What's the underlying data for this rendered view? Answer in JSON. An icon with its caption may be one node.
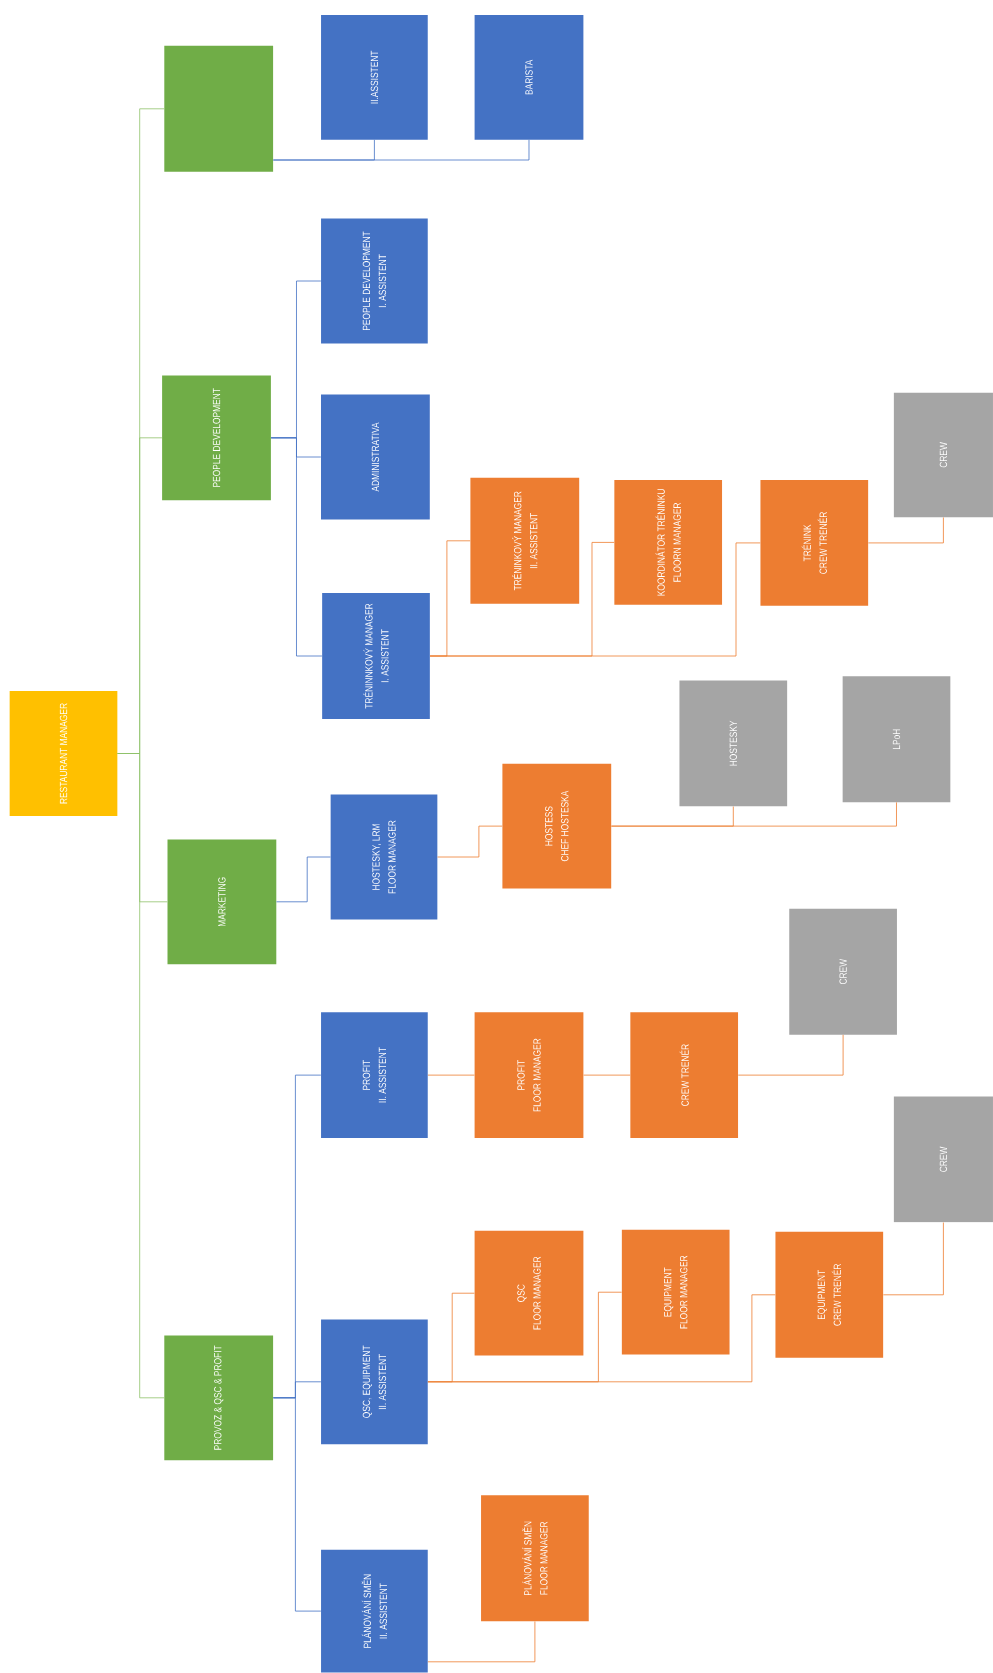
{
  "diagram": {
    "nodes": [
      {
        "text": [
          "RESTAURANT MANAGER"
        ]
      },
      {
        "text": [],
        "shape": "box"
      },
      {
        "text": [
          "II.ASSISTENT"
        ]
      },
      {
        "text": [
          "BARISTA"
        ]
      },
      {
        "text": [
          "PEOPLE DEVELOPMENT"
        ]
      },
      {
        "text": [
          "PEOPLE DEVELOPMENT",
          "I. ASSISTENT"
        ]
      },
      {
        "text": [
          "ADMINISTRATIVA"
        ]
      },
      {
        "text": [
          "TRÉNINNKOVÝ MANAGER",
          "I. ASSISTENT"
        ]
      },
      {
        "text": [
          "TRÉNINKOVÝ MANAGER",
          "II. ASSISTENT"
        ]
      },
      {
        "text": [
          "KOORDINÁTOR TRÉNINKU",
          "FLOORN MANAGER"
        ]
      },
      {
        "text": [
          "TRÉNINK",
          "CREW TRENÉR"
        ]
      },
      {
        "text": [
          "CREW"
        ]
      },
      {
        "text": [
          "MARKETING"
        ]
      },
      {
        "text": [
          "HOSTESKY, LRM",
          "FLOOR MANAGER"
        ]
      },
      {
        "text": [
          "HOSTESS",
          "CHEF HOSTESKA"
        ]
      },
      {
        "text": [
          "HOSTESKY"
        ]
      },
      {
        "text": [
          "LPoH"
        ]
      },
      {
        "text": [
          "PROVOZ & QSC & PROFIT"
        ]
      },
      {
        "text": [
          "PROFIT",
          "II. ASSISTENT"
        ]
      },
      {
        "text": [
          "PROFIT",
          "FLOOR MANAGER"
        ]
      },
      {
        "text": [
          "CREW TRENÉR"
        ]
      },
      {
        "text": [
          "CREW"
        ]
      },
      {
        "text": [
          "QSC, EQUIPMENT",
          "II. ASSISTENT"
        ]
      },
      {
        "text": [
          "QSC",
          "FLOOR MANAGER"
        ]
      },
      {
        "text": [
          "EQUIPMENT",
          "FLOOR MANAGER"
        ]
      },
      {
        "text": [
          "EQUIPMENT",
          "CREW TRENÉR"
        ]
      },
      {
        "text": [
          "CREW"
        ]
      },
      {
        "text": [
          "PLÁNOVÁNÍ SMĚN",
          "II. ASSISTENT"
        ]
      },
      {
        "text": [
          "PLÁNOVÁNÍ SMĚN",
          "FLOOR MANAGER"
        ]
      }
    ],
    "edges": [
      {
        "from": 0,
        "to": 1,
        "arrow": "none",
        "color": "#8fc26a"
      },
      {
        "from": 0,
        "to": 4,
        "arrow": "none",
        "color": "#8fc26a"
      },
      {
        "from": 0,
        "to": 12,
        "arrow": "none",
        "color": "#8fc26a"
      },
      {
        "from": 0,
        "to": 17,
        "arrow": "none",
        "color": "#8fc26a"
      },
      {
        "from": 1,
        "to": 2,
        "arrow": "none",
        "color": "#4472c4"
      },
      {
        "from": 1,
        "to": 3,
        "arrow": "none",
        "color": "#4472c4"
      },
      {
        "from": 4,
        "to": 5,
        "arrow": "none",
        "color": "#4472c4"
      },
      {
        "from": 4,
        "to": 6,
        "arrow": "none",
        "color": "#4472c4"
      },
      {
        "from": 4,
        "to": 7,
        "arrow": "none",
        "color": "#4472c4"
      },
      {
        "from": 7,
        "to": 8,
        "arrow": "none"
      },
      {
        "from": 7,
        "to": 9,
        "arrow": "none"
      },
      {
        "from": 7,
        "to": 10,
        "arrow": "none"
      },
      {
        "from": 10,
        "to": 11,
        "arrow": "none"
      },
      {
        "from": 12,
        "to": 13,
        "arrow": "none",
        "color": "#4472c4"
      },
      {
        "from": 13,
        "to": 14,
        "arrow": "none"
      },
      {
        "from": 14,
        "to": 15,
        "arrow": "none"
      },
      {
        "from": 14,
        "to": 16,
        "arrow": "none"
      },
      {
        "from": 17,
        "to": 18,
        "arrow": "none",
        "color": "#4472c4"
      },
      {
        "from": 17,
        "to": 22,
        "arrow": "none",
        "color": "#4472c4"
      },
      {
        "from": 17,
        "to": 27,
        "arrow": "none",
        "color": "#4472c4"
      },
      {
        "from": 18,
        "to": 19,
        "arrow": "none"
      },
      {
        "from": 19,
        "to": 20,
        "arrow": "none"
      },
      {
        "from": 20,
        "to": 21,
        "arrow": "none"
      },
      {
        "from": 22,
        "to": 23,
        "arrow": "none"
      },
      {
        "from": 22,
        "to": 24,
        "arrow": "none"
      },
      {
        "from": 22,
        "to": 25,
        "arrow": "none"
      },
      {
        "from": 25,
        "to": 26,
        "arrow": "none"
      },
      {
        "from": 27,
        "to": 28,
        "arrow": "none"
      }
    ]
  }
}
